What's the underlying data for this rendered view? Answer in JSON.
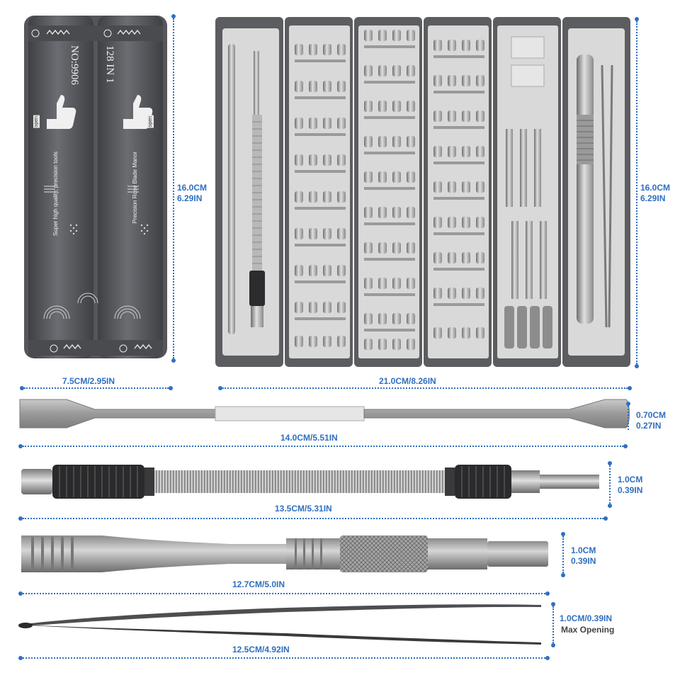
{
  "closed_case": {
    "model_label": "NO:9906",
    "set_label": "128 IN 1",
    "tagline": "Super high quality, precision tools",
    "brand_line": "Precision Rose Blade Manor",
    "open_label": "open"
  },
  "dimensions": {
    "case_height_left": "16.0CM\n6.29IN",
    "case_height_right": "16.0CM\n6.29IN",
    "case_width_closed": "7.5CM/2.95IN",
    "case_width_open": "21.0CM/8.26IN",
    "spudger_length": "14.0CM/5.51IN",
    "spudger_width": "0.70CM\n0.27IN",
    "flex_length": "13.5CM/5.31IN",
    "flex_diameter": "1.0CM\n0.39IN",
    "handle_length": "12.7CM/5.0IN",
    "handle_diameter": "1.0CM\n0.39IN",
    "tweezer_length": "12.5CM/4.92IN",
    "tweezer_opening": "1.0CM/0.39IN",
    "tweezer_opening_note": "Max Opening"
  },
  "colors": {
    "dimension_blue": "#2f6fbf",
    "case_gray": "#5f6064",
    "tray_gray": "#d2d2d2",
    "metal": "#a9a9a9"
  }
}
